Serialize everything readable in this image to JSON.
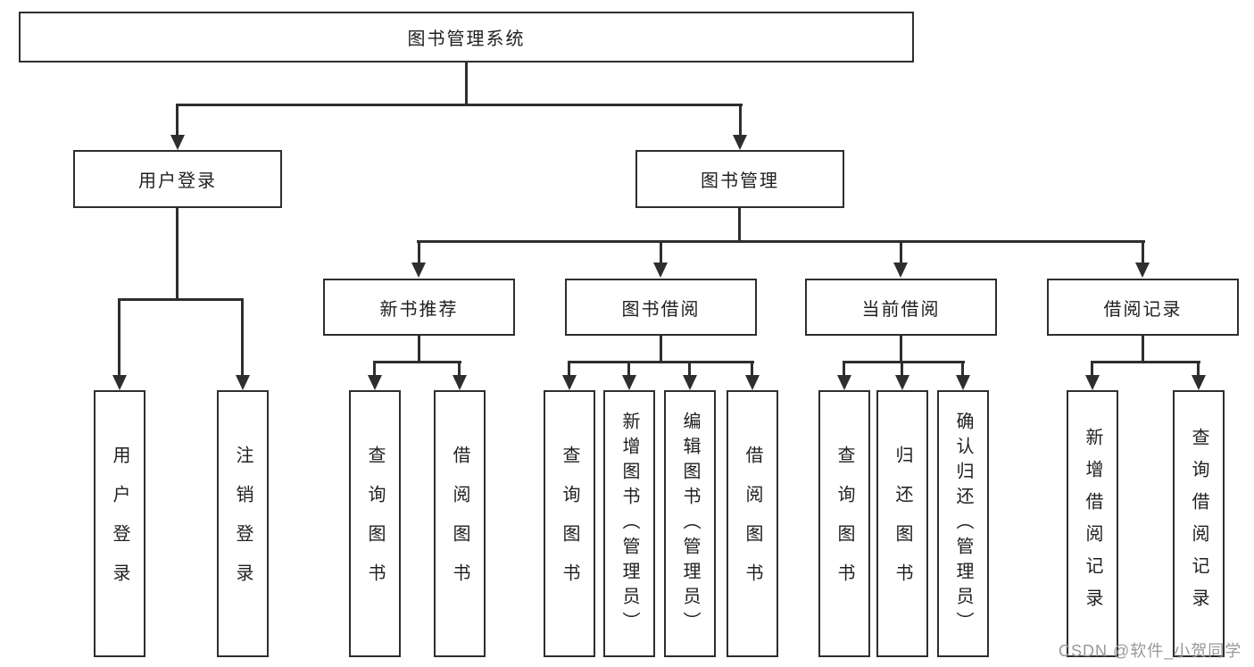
{
  "diagram": {
    "title": "图书管理系统",
    "root": {
      "label": "图书管理系统"
    },
    "level2": {
      "user_login": {
        "label": "用户登录"
      },
      "book_mgmt": {
        "label": "图书管理"
      }
    },
    "level3": {
      "new_book_rec": {
        "label": "新书推荐"
      },
      "book_borrow": {
        "label": "图书借阅"
      },
      "current_borrow": {
        "label": "当前借阅"
      },
      "borrow_record": {
        "label": "借阅记录"
      }
    },
    "leaves": {
      "user_login_leaf": "用户登录",
      "logout": "注销登录",
      "query_book_rec": "查询图书",
      "borrow_book_rec": "借阅图书",
      "query_book_borrow": "查询图书",
      "add_book_admin": "新增图书（管理员）",
      "edit_book_admin": "编辑图书（管理员）",
      "borrow_book": "借阅图书",
      "query_book_current": "查询图书",
      "return_book": "归还图书",
      "confirm_return_admin": "确认归还（管理员）",
      "add_borrow_record": "新增借阅记录",
      "query_borrow_record": "查询借阅记录"
    }
  },
  "watermark": {
    "text": "CSDN @软件_小贺同学",
    "color": "#98989c"
  },
  "colors": {
    "line": "#2e2e2e",
    "text": "#1f1f1f",
    "background": "#ffffff"
  }
}
